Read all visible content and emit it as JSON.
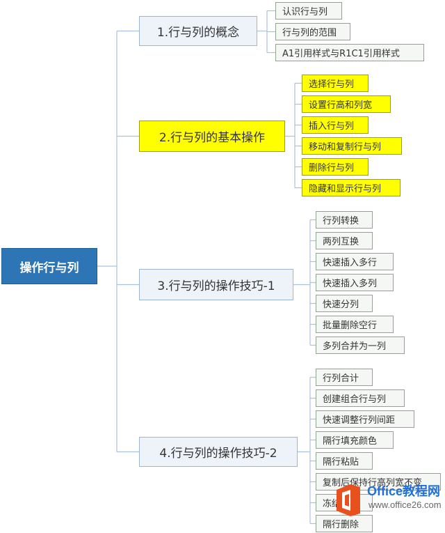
{
  "root": {
    "label": "操作行与列"
  },
  "colors": {
    "root": "#2e75b6",
    "highlight": "#ffff00",
    "line": "#a9c2db"
  },
  "branches": [
    {
      "label": "1.行与列的概念",
      "highlighted": false,
      "items": [
        "认识行与列",
        "行与列的范围",
        "A1引用样式与R1C1引用样式"
      ]
    },
    {
      "label": "2.行与列的基本操作",
      "highlighted": true,
      "items": [
        "选择行与列",
        "设置行高和列宽",
        "插入行与列",
        "移动和复制行与列",
        "删除行与列",
        "隐藏和显示行与列"
      ]
    },
    {
      "label": "3.行与列的操作技巧-1",
      "highlighted": false,
      "items": [
        "行列转换",
        "两列互换",
        "快速插入多行",
        "快速插入多列",
        "快速分列",
        "批量删除空行",
        "多列合并为一列"
      ]
    },
    {
      "label": "4.行与列的操作技巧-2",
      "highlighted": false,
      "items": [
        "行列合计",
        "创建组合行与列",
        "快速调整行列间距",
        "隔行填充颜色",
        "隔行粘贴",
        "复制后保持行高列宽不变",
        "冻结行列",
        "隔行删除"
      ]
    }
  ],
  "watermark": {
    "brand": "Office教程网",
    "url": "www.office26.com",
    "icon": "office-logo-icon"
  }
}
